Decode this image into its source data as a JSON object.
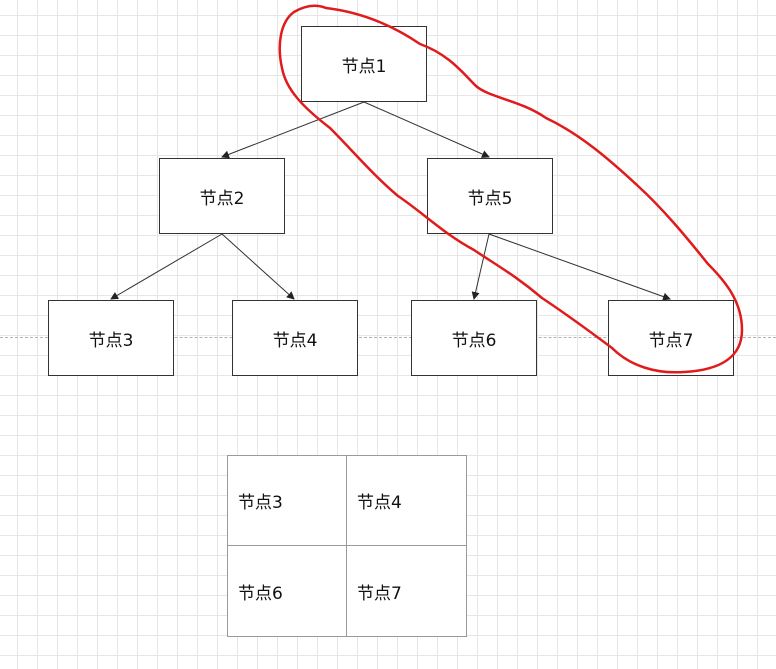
{
  "nodes": {
    "n1": "节点1",
    "n2": "节点2",
    "n3": "节点3",
    "n4": "节点4",
    "n5": "节点5",
    "n6": "节点6",
    "n7": "节点7"
  },
  "edges": [
    {
      "from": "节点1",
      "to": "节点2"
    },
    {
      "from": "节点1",
      "to": "节点5"
    },
    {
      "from": "节点2",
      "to": "节点3"
    },
    {
      "from": "节点2",
      "to": "节点4"
    },
    {
      "from": "节点5",
      "to": "节点6"
    },
    {
      "from": "节点5",
      "to": "节点7"
    }
  ],
  "table": {
    "rows": [
      [
        "节点3",
        "节点4"
      ],
      [
        "节点6",
        "节点7"
      ]
    ]
  },
  "annotation": {
    "color": "#e01b1b",
    "encircles": [
      "节点1",
      "节点5",
      "节点7"
    ]
  }
}
